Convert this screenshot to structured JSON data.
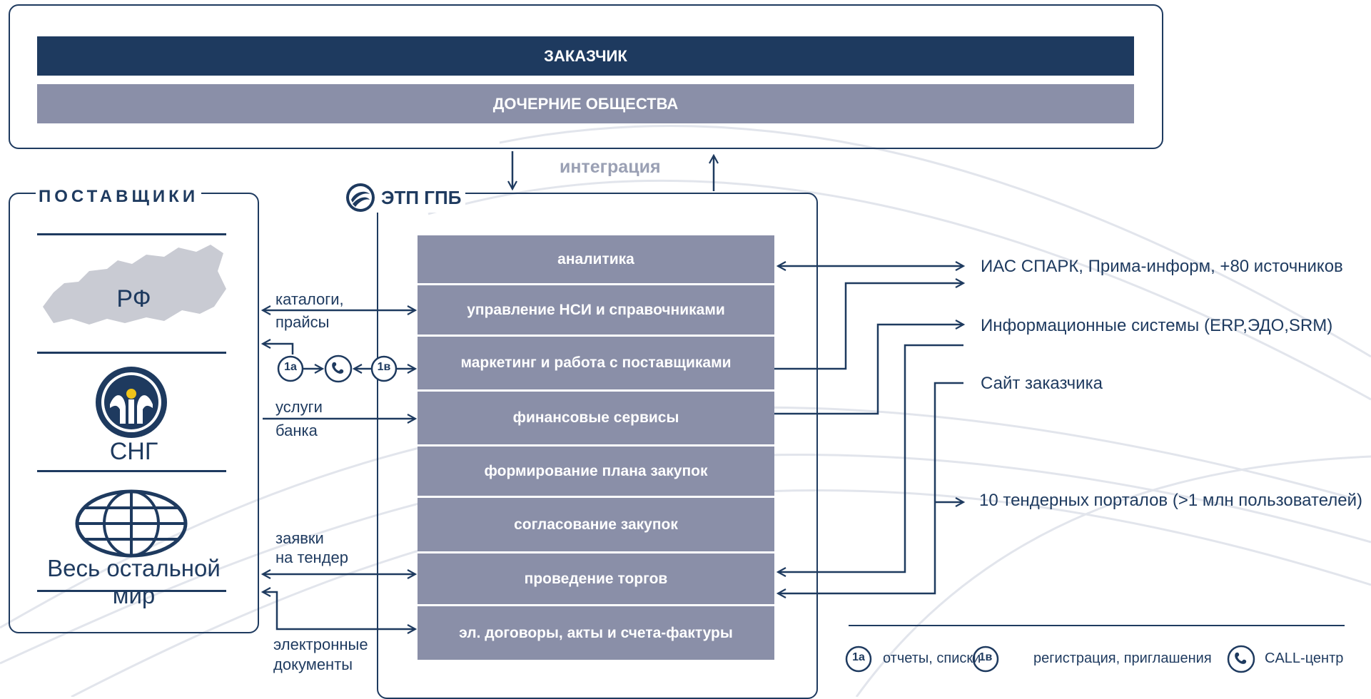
{
  "customer": {
    "title": "ЗАКАЗЧИК",
    "subsidiaries": "ДОЧЕРНИЕ ОБЩЕСТВА"
  },
  "integration": "интеграция",
  "suppliers": {
    "title": "ПОСТАВЩИКИ",
    "regions": [
      "РФ",
      "СНГ",
      "Весь остальной мир"
    ]
  },
  "etp": {
    "title": "ЭТП ГПБ",
    "services": [
      "аналитика",
      "управление НСИ и справочниками",
      "маркетинг и работа с поставщиками",
      "финансовые сервисы",
      "формирование плана закупок",
      "согласование закупок",
      "проведение торгов",
      "эл. договоры, акты и счета-фактуры"
    ]
  },
  "left_flows": {
    "catalogs_line1": "каталоги,",
    "catalogs_line2": "прайсы",
    "bank_line1": "услуги",
    "bank_line2": "банка",
    "bids_line1": "заявки",
    "bids_line2": "на тендер",
    "docs_line1": "электронные",
    "docs_line2": "документы"
  },
  "right_targets": [
    "ИАС СПАРК, Прима-информ, +80 источников",
    "Информационные системы (ERP,ЭДО,SRM)",
    "Сайт заказчика",
    "10 тендерных порталов (>1 млн пользователей)"
  ],
  "badges": {
    "a": "1а",
    "b": "1в"
  },
  "legend": {
    "a_text": "отчеты, списки",
    "b_text": "регистрация, приглашения",
    "call_text": "CALL-центр"
  },
  "colors": {
    "navy": "#1e3a5f",
    "grey_band": "#8a8fa8"
  }
}
